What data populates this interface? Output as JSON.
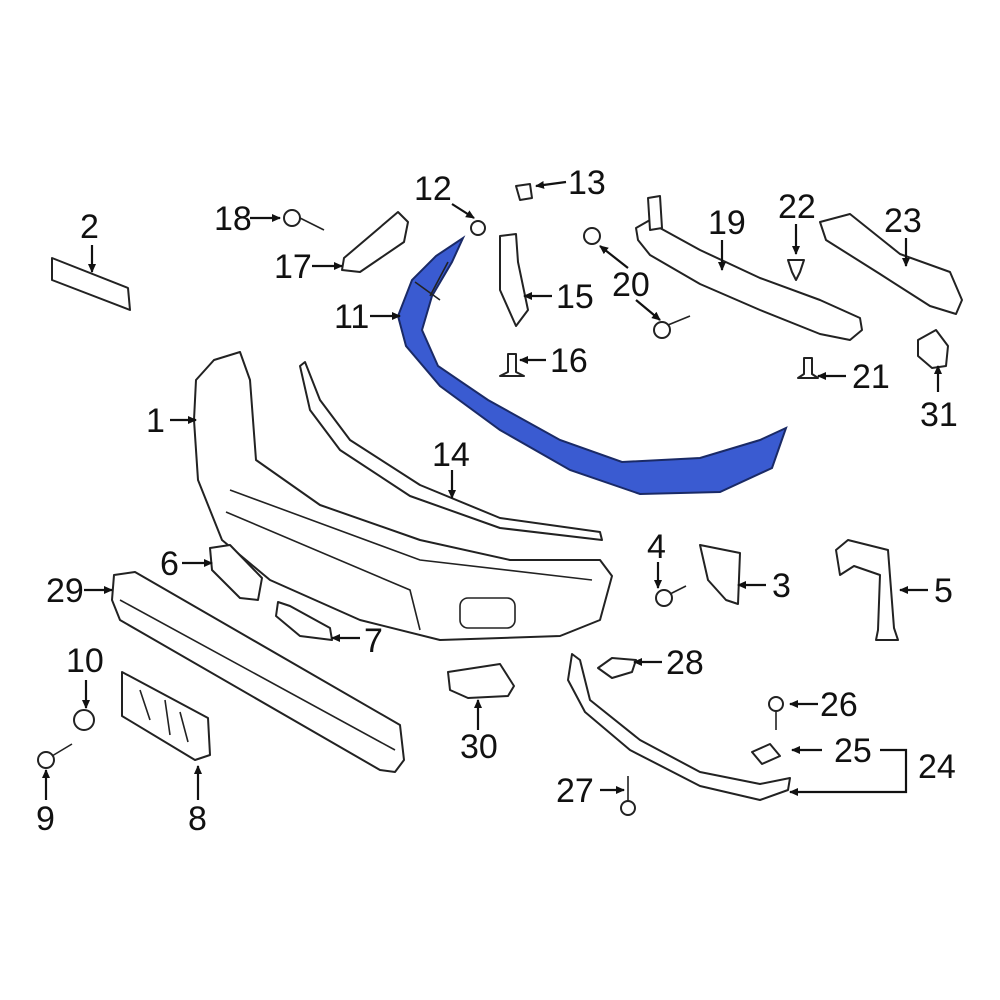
{
  "diagram": {
    "highlight_color": "#3a5bd1",
    "highlighted_part": "11",
    "callouts": [
      "1",
      "2",
      "3",
      "4",
      "5",
      "6",
      "7",
      "8",
      "9",
      "10",
      "11",
      "12",
      "13",
      "14",
      "15",
      "16",
      "17",
      "18",
      "19",
      "20",
      "21",
      "22",
      "23",
      "24",
      "25",
      "26",
      "27",
      "28",
      "29",
      "30",
      "31"
    ]
  }
}
